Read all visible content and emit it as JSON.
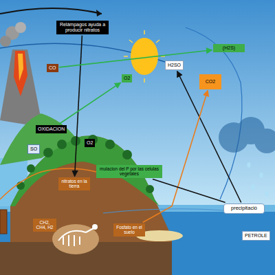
{
  "diagram": {
    "nodes": [
      {
        "text": [
          "Relámpagos ayuda a producir nitratos"
        ]
      },
      {
        "text": [
          "CO"
        ]
      },
      {
        "text": [
          "H2SO"
        ]
      },
      {
        "text": [
          "(H2S)"
        ]
      },
      {
        "text": [
          "O2"
        ]
      },
      {
        "text": [
          "CO2"
        ]
      },
      {
        "text": [
          "OXIDACION"
        ]
      },
      {
        "text": [
          "SO"
        ]
      },
      {
        "text": [
          "O2"
        ]
      },
      {
        "text": [
          "mulacion del P por las celulas vegetales"
        ]
      },
      {
        "text": [
          "nitratos en la tierra"
        ]
      },
      {
        "text": [
          "precipitació"
        ]
      },
      {
        "text": [
          "CH2, CH4, H2"
        ]
      },
      {
        "text": [
          "Fosfato en el suelo"
        ]
      },
      {
        "text": [
          "PETROLE"
        ]
      }
    ],
    "edges": [
      {
        "from": 0,
        "to": 10,
        "arrow": "to"
      },
      {
        "from": 11,
        "to": 2,
        "arrow": "to"
      },
      {
        "from": 13,
        "to": 5,
        "arrow": "to"
      },
      {
        "from": 6,
        "to": 4,
        "arrow": "to"
      },
      {
        "from": 1,
        "to": 3,
        "arrow": "to"
      },
      {
        "from": 11,
        "to": 9,
        "arrow": "none"
      }
    ]
  }
}
